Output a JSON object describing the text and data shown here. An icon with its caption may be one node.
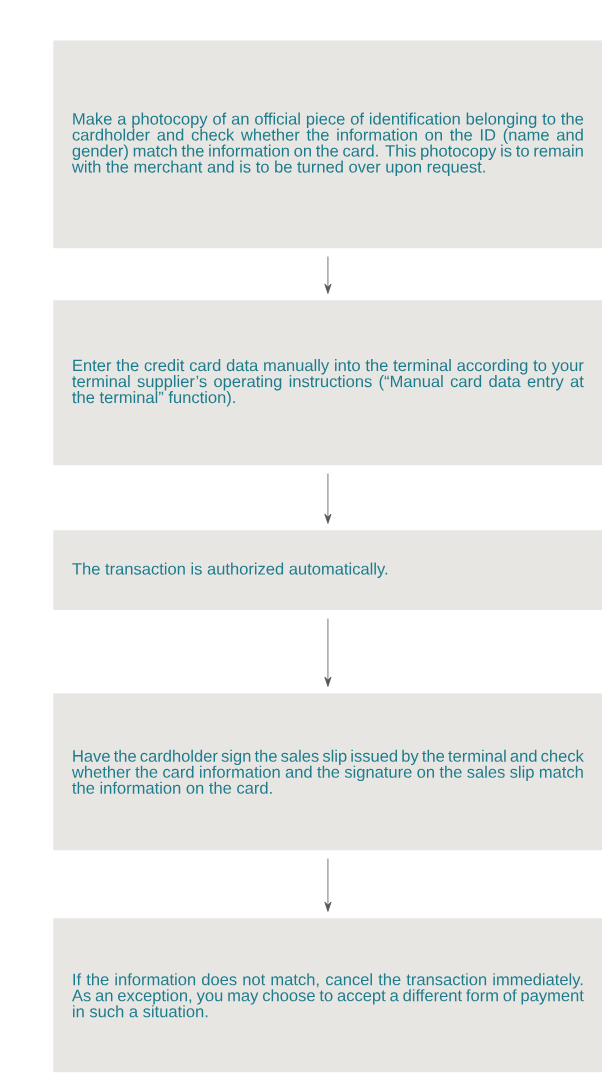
{
  "diagram": {
    "nodes": [
      {
        "text": [
          "Make a photocopy of an official piece of identification belonging to the cardholder and check whether the information on the ID (name and gender) match the information on the card. This photocopy is to remain with the merchant and is to be turned over upon request."
        ]
      },
      {
        "text": [
          "Enter the credit card data manually into the terminal according to your terminal supplier’s operating instructions (“Manual card data entry at the terminal” function)."
        ]
      },
      {
        "text": [
          "The transaction is authorized automatically."
        ]
      },
      {
        "text": [
          "Have the cardholder sign the sales slip issued by the terminal and check whether the card information and the signature on the sales slip match the information on the card."
        ]
      },
      {
        "text": [
          "If the information does not match, cancel the transaction immediately. As an exception, you may choose to accept a different form of payment in such a situation."
        ]
      }
    ],
    "edges": [
      {
        "from": 0,
        "to": 1,
        "arrow": "to"
      },
      {
        "from": 1,
        "to": 2,
        "arrow": "to"
      },
      {
        "from": 2,
        "to": 3,
        "arrow": "to"
      },
      {
        "from": 3,
        "to": 4,
        "arrow": "to"
      }
    ]
  }
}
